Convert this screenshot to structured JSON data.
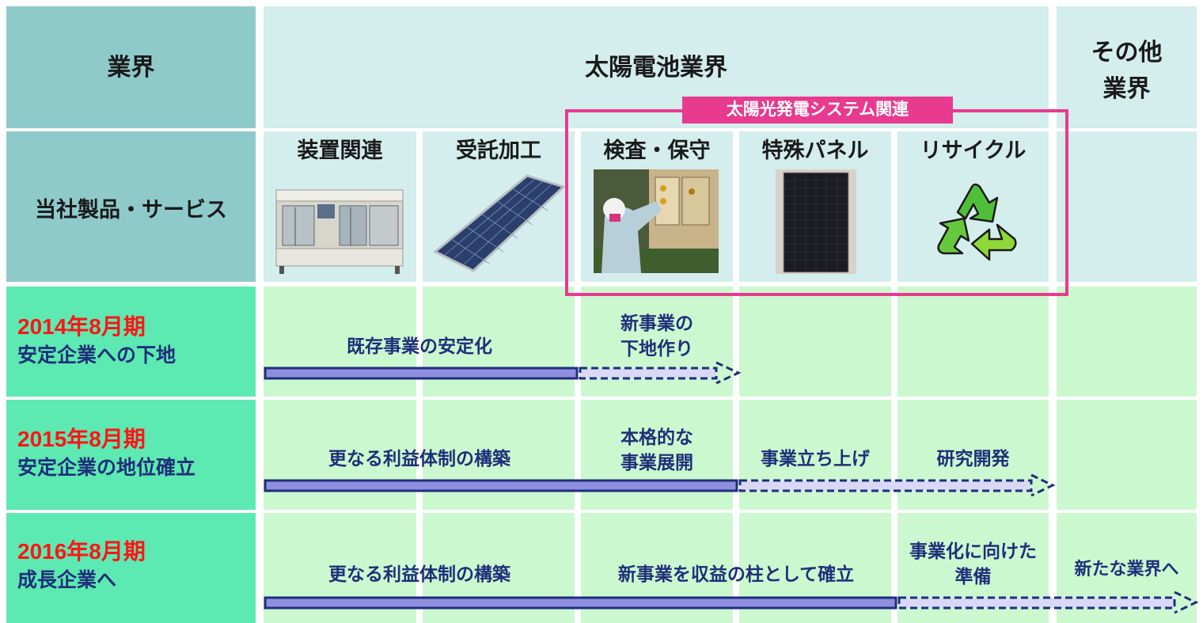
{
  "header": {
    "industry_label": "業界",
    "solar_industry": "太陽電池業界",
    "other_industry": "その他\n業界",
    "services_label": "当社製品・サービス",
    "solar_system_related": "太陽光発電システム関連"
  },
  "categories": [
    "装置関連",
    "受託加工",
    "検査・保守",
    "特殊パネル",
    "リサイクル"
  ],
  "images": [
    "equipment-machine",
    "solar-panel-angled",
    "inspection-worker",
    "black-solar-panel",
    "recycle-icon"
  ],
  "rows": [
    {
      "period": "2014年8月期",
      "goal": "安定企業への下地",
      "labels": {
        "a": "既存事業の安定化",
        "b": "新事業の\n下地作り"
      }
    },
    {
      "period": "2015年8月期",
      "goal": "安定企業の地位確立",
      "labels": {
        "a": "更なる利益体制の構築",
        "b": "本格的な\n事業展開",
        "c": "事業立ち上げ",
        "d": "研究開発"
      }
    },
    {
      "period": "2016年8月期",
      "goal": "成長企業へ",
      "labels": {
        "a": "更なる利益体制の構築",
        "b": "新事業を収益の柱として確立",
        "c": "事業化に向けた\n準備",
        "d": "新たな業界へ"
      }
    }
  ],
  "colors": {
    "header_left": "#8fcacb",
    "header": "#d4eded",
    "row_left": "#5de9b2",
    "row": "#ccf8cf",
    "accent_pink": "#e83a8e",
    "year_red": "#ff1515",
    "navy": "#1f2f7a",
    "arrow_fill": "#8f8fe0"
  }
}
